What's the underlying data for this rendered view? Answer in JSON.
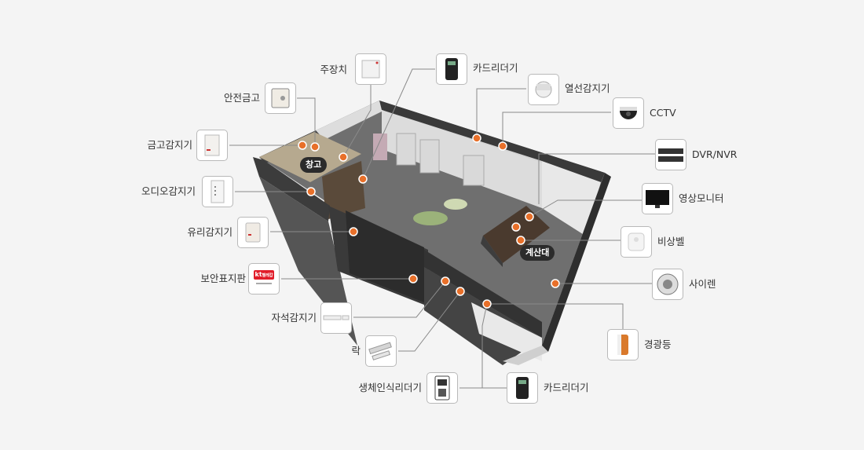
{
  "devices": [
    {
      "id": "safe",
      "label": "안전금고",
      "icon": "safe-icon"
    },
    {
      "id": "main_unit",
      "label": "주장치",
      "icon": "control-panel-icon"
    },
    {
      "id": "card_reader_top",
      "label": "카드리더기",
      "icon": "card-reader-icon"
    },
    {
      "id": "thermal_sensor",
      "label": "열선감지기",
      "icon": "motion-sensor-icon"
    },
    {
      "id": "cctv",
      "label": "CCTV",
      "icon": "dome-camera-icon"
    },
    {
      "id": "safe_sensor",
      "label": "금고감지기",
      "icon": "safe-sensor-icon"
    },
    {
      "id": "dvr",
      "label": "DVR/NVR",
      "icon": "recorder-icon"
    },
    {
      "id": "audio_sensor",
      "label": "오디오감지기",
      "icon": "audio-sensor-icon"
    },
    {
      "id": "video_monitor",
      "label": "영상모니터",
      "icon": "monitor-icon"
    },
    {
      "id": "glass_sensor",
      "label": "유리감지기",
      "icon": "glass-break-sensor-icon"
    },
    {
      "id": "emergency_bell",
      "label": "비상벨",
      "icon": "emergency-bell-icon"
    },
    {
      "id": "security_sign",
      "label": "보안표지판",
      "icon": "security-sign-icon",
      "sign_brand": "kt",
      "sign_text": "텔레캅"
    },
    {
      "id": "siren",
      "label": "사이렌",
      "icon": "siren-icon"
    },
    {
      "id": "magnetic_sensor",
      "label": "자석감지기",
      "icon": "magnetic-sensor-icon"
    },
    {
      "id": "warning_light",
      "label": "경광등",
      "icon": "warning-light-icon"
    },
    {
      "id": "lock",
      "label": "락",
      "icon": "magnetic-lock-icon"
    },
    {
      "id": "biometric_reader",
      "label": "생체인식리더기",
      "icon": "biometric-reader-icon"
    },
    {
      "id": "card_reader_bottom",
      "label": "카드리더기",
      "icon": "card-reader-icon"
    }
  ],
  "room_tags": {
    "storage": "창고",
    "counter": "계산대"
  },
  "colors": {
    "marker": "#e8702a",
    "line": "#8a8a8a",
    "tag_bg": "#2b2b2b"
  }
}
